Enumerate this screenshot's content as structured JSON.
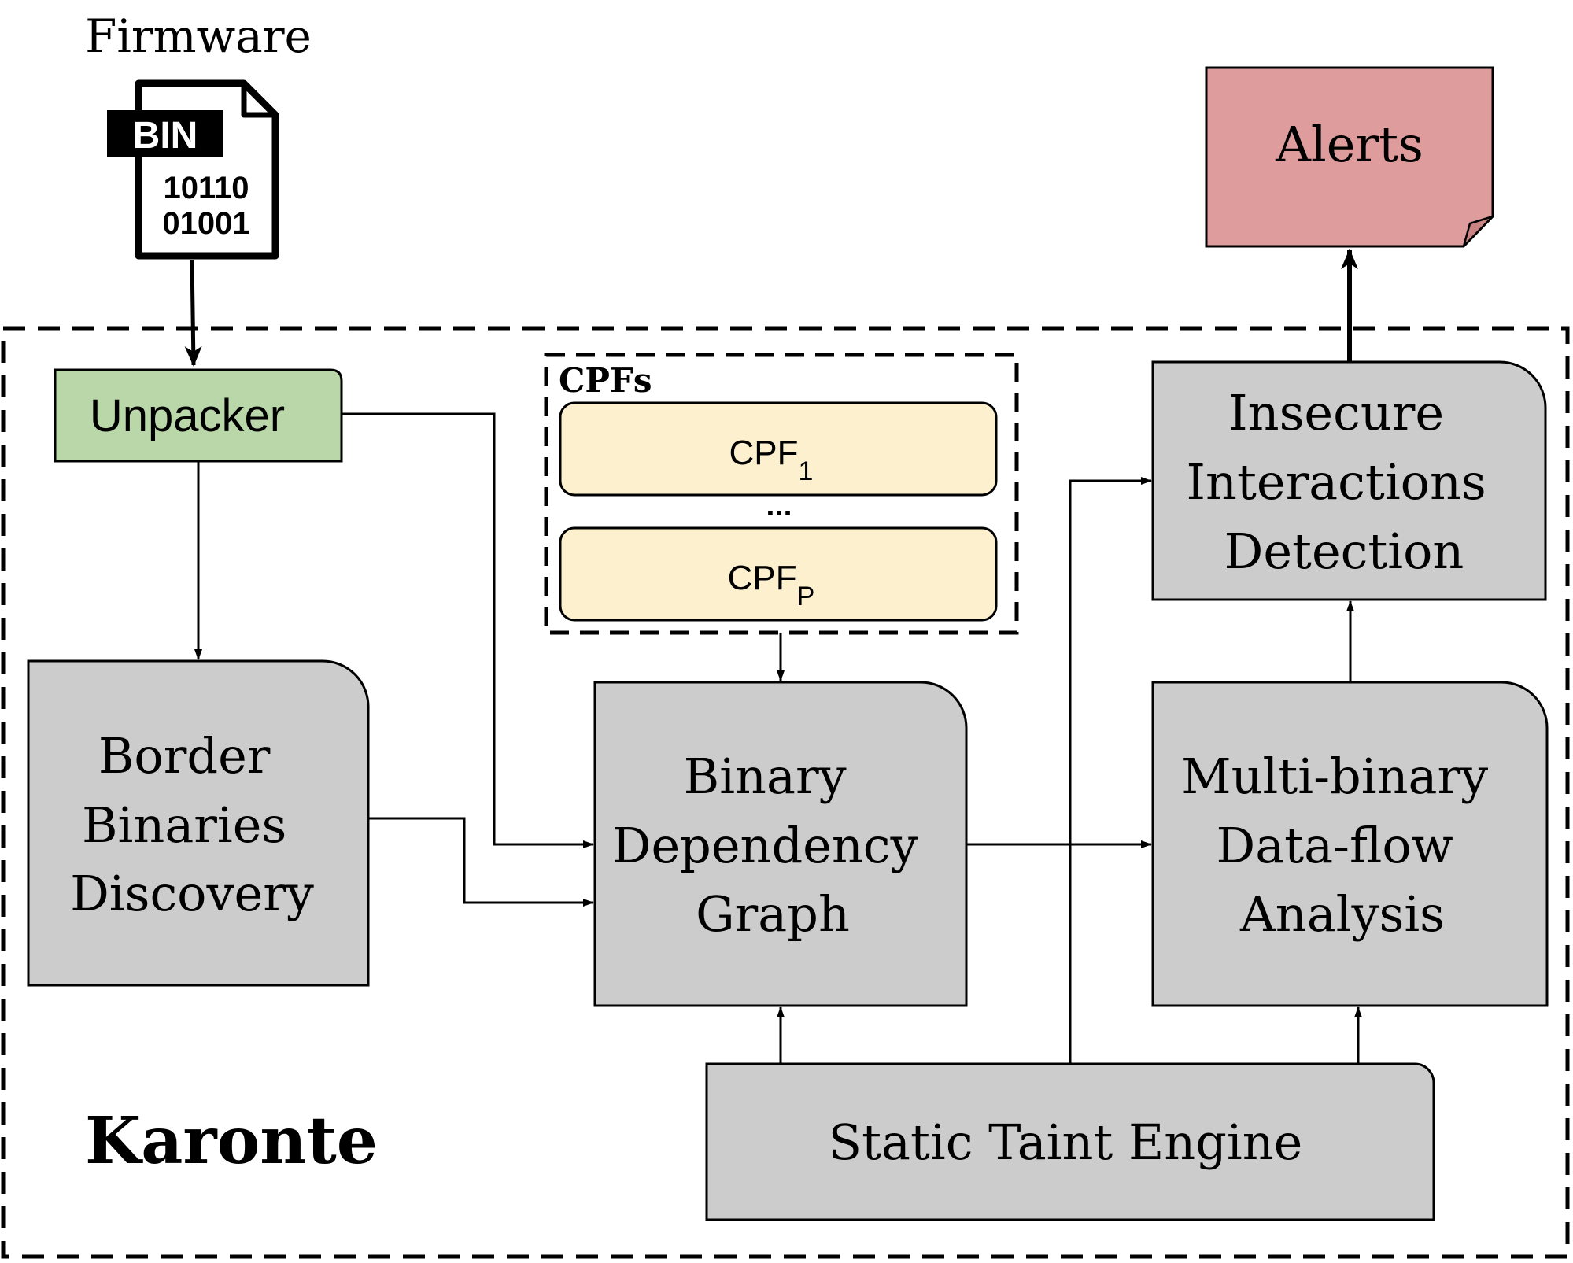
{
  "input": {
    "label": "Firmware",
    "file_badge": "BIN",
    "file_bits_line1": "10110",
    "file_bits_line2": "01001"
  },
  "output": {
    "label": "Alerts"
  },
  "system": {
    "name": "Karonte"
  },
  "modules": {
    "unpacker": "Unpacker",
    "border_binaries": [
      "Border",
      "Binaries",
      "Discovery"
    ],
    "bdg": [
      "Binary",
      "Dependency",
      "Graph"
    ],
    "multi_binary": [
      "Multi-binary",
      "Data-flow",
      "Analysis"
    ],
    "insecure": [
      "Insecure",
      "Interactions",
      "Detection"
    ],
    "taint_engine": "Static Taint Engine"
  },
  "cpfs": {
    "title": "CPFs",
    "first": {
      "base": "CPF",
      "sub": "1"
    },
    "ellipsis": "...",
    "last": {
      "base": "CPF",
      "sub": "P"
    }
  },
  "colors": {
    "module_fill": "#cccccc",
    "unpacker_fill": "#b9d7a8",
    "cpf_fill": "#fcf0cf",
    "alert_fill": "#df9c9c",
    "stroke": "#000000"
  }
}
